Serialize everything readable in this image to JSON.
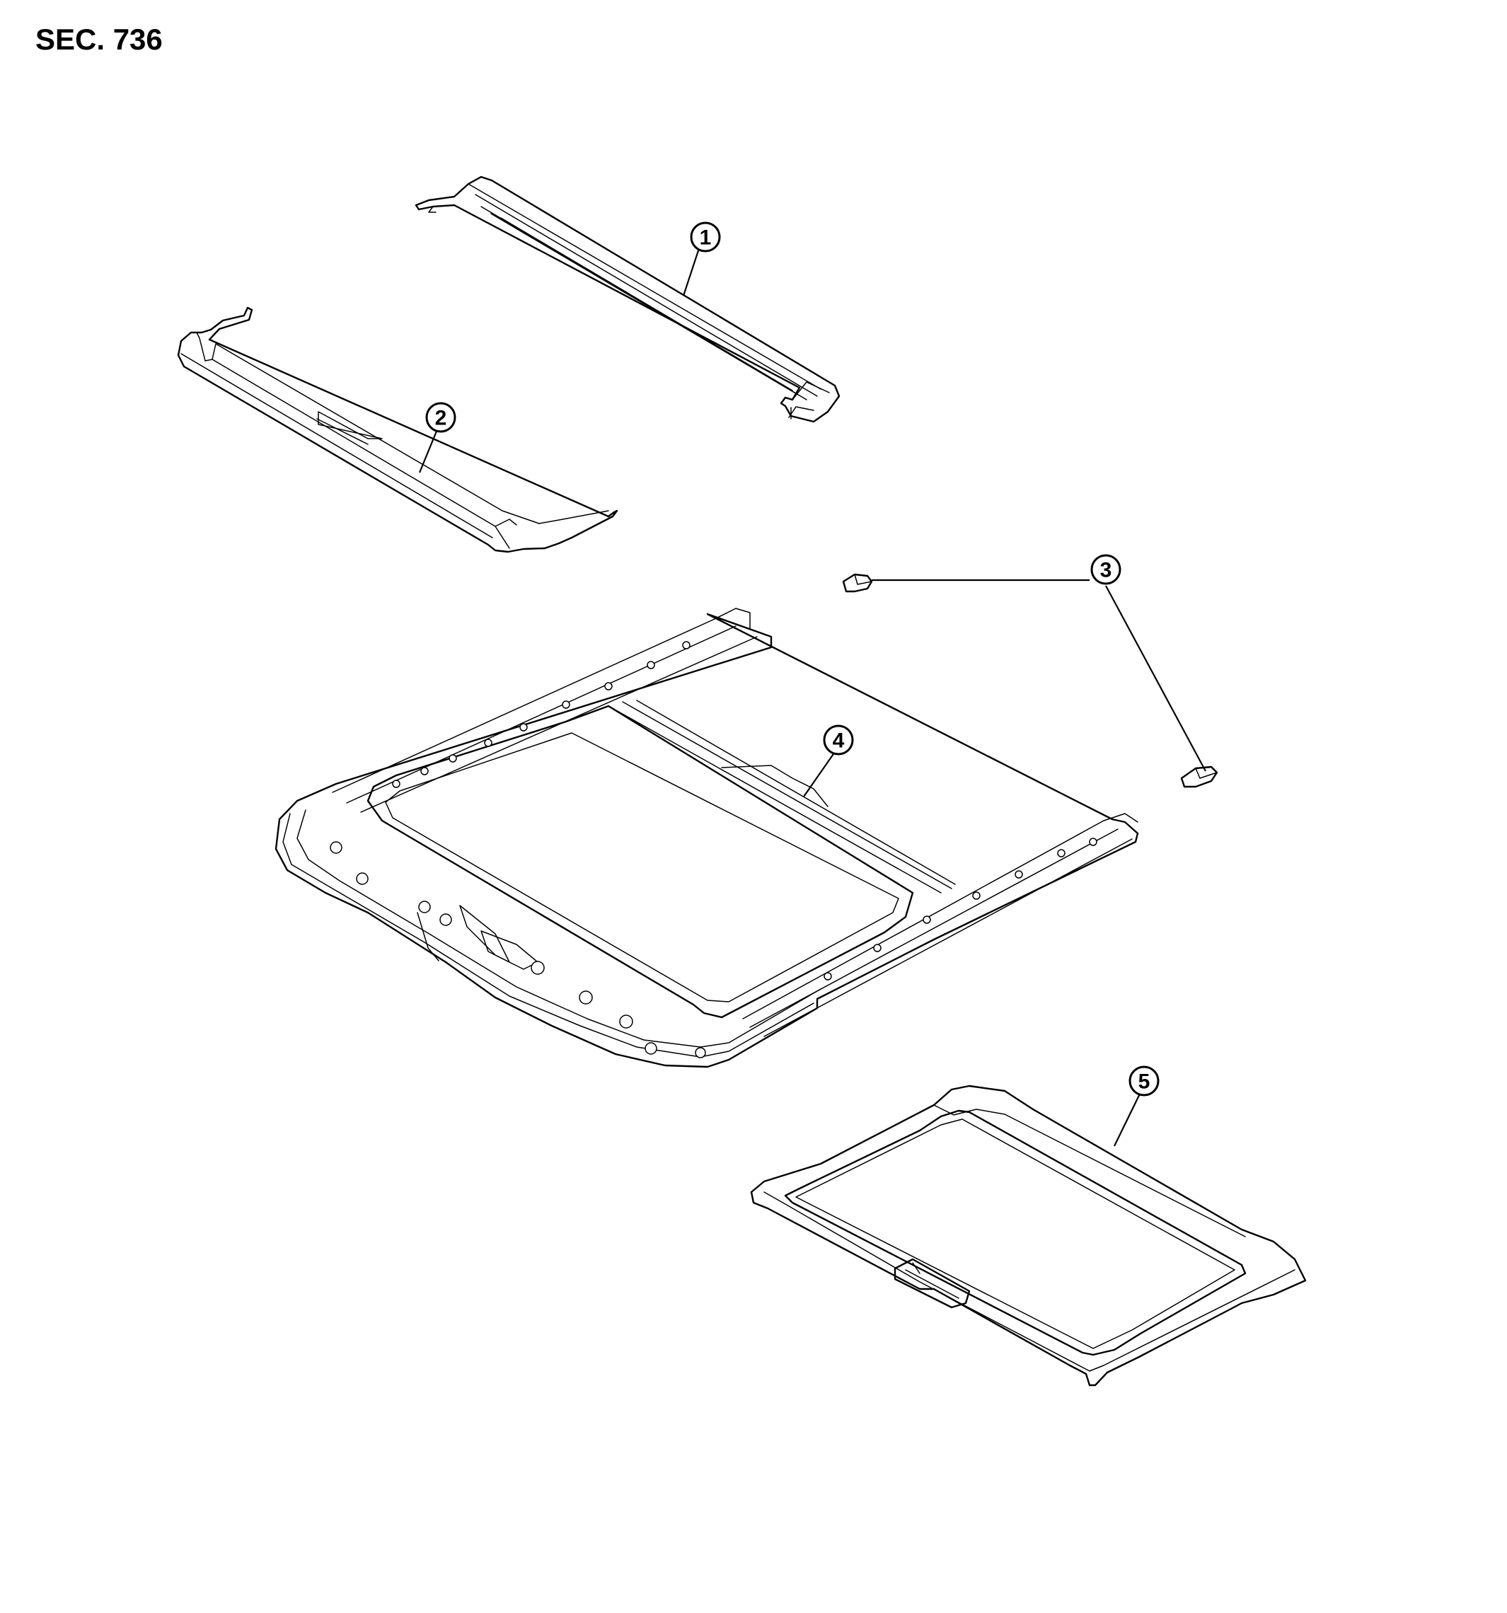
{
  "section": {
    "label": "SEC. 736"
  },
  "callouts": [
    {
      "number": "1",
      "name": "callout-1"
    },
    {
      "number": "2",
      "name": "callout-2"
    },
    {
      "number": "3",
      "name": "callout-3"
    },
    {
      "number": "4",
      "name": "callout-4"
    },
    {
      "number": "5",
      "name": "callout-5"
    }
  ]
}
